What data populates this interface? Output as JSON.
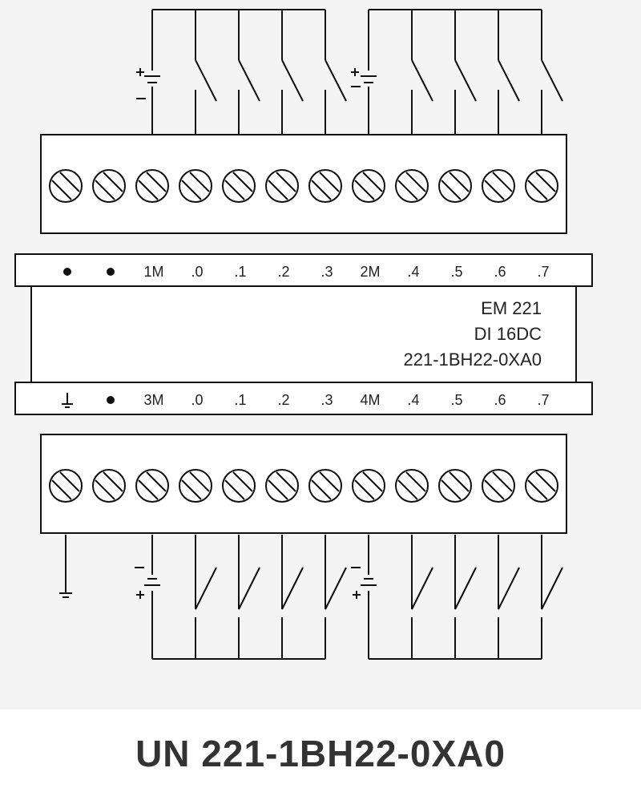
{
  "top_strip_labels": [
    "",
    "",
    "1M",
    ".0",
    ".1",
    ".2",
    ".3",
    "2M",
    ".4",
    ".5",
    ".6",
    ".7"
  ],
  "bottom_strip_labels": [
    "",
    "",
    "3M",
    ".0",
    ".1",
    ".2",
    ".3",
    "4M",
    ".4",
    ".5",
    ".6",
    ".7"
  ],
  "module": {
    "line1": "EM  221",
    "line2": "DI 16DC",
    "line3": "221-1BH22-0XA0"
  },
  "caption": "UN 221-1BH22-0XA0",
  "colors": {
    "line": "#111111",
    "background": "#f4f4f4",
    "caption": "#333333"
  }
}
